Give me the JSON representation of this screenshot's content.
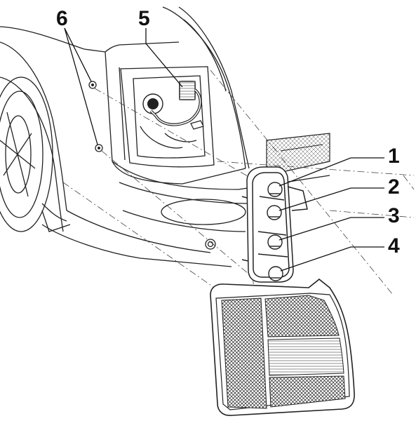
{
  "callouts": {
    "bulb_1": "1",
    "bulb_2": "2",
    "bulb_3": "3",
    "bulb_4": "4",
    "connector": "5",
    "nuts": "6"
  },
  "colors": {
    "ink": "#111111",
    "paper": "#ffffff"
  }
}
